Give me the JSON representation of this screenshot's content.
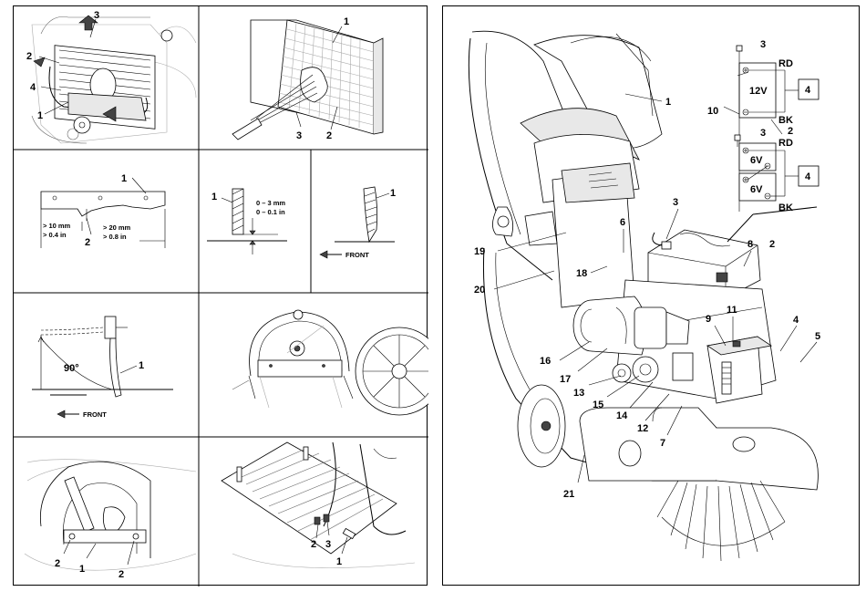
{
  "left_page": {
    "panel_filter_removal": {
      "callouts": [
        "3",
        "2",
        "4",
        "1"
      ]
    },
    "panel_filter_cleaning": {
      "callouts": [
        "1",
        "3",
        "2"
      ]
    },
    "panel_flap_wear": {
      "callouts": [
        "1",
        "2"
      ],
      "dim_left": [
        "> 10 mm",
        "> 0.4 in"
      ],
      "dim_right": [
        "> 20 mm",
        "> 0.8 in"
      ]
    },
    "panel_flap_clearance": {
      "callouts": [
        "1"
      ],
      "dim": [
        "0 – 3 mm",
        "0 – 0.1 in"
      ]
    },
    "panel_flap_front": {
      "callouts": [
        "1"
      ],
      "front": "FRONT"
    },
    "panel_flap_angle": {
      "callouts": [
        "1"
      ],
      "angle": "90°",
      "front": "FRONT"
    },
    "panel_brush_housing": {
      "callouts": []
    },
    "panel_side_skirt": {
      "callouts": [
        "2",
        "1",
        "2"
      ]
    },
    "panel_circuit_board": {
      "callouts": [
        "2",
        "3",
        "1"
      ]
    }
  },
  "right_page": {
    "machine_callouts": [
      "1",
      "3",
      "19",
      "6",
      "18",
      "20",
      "8",
      "2",
      "11",
      "9",
      "4",
      "5",
      "16",
      "17",
      "13",
      "15",
      "14",
      "12",
      "7",
      "21"
    ],
    "battery_inset": {
      "ref": "10",
      "top": {
        "plus_lead": "3",
        "rd": "RD",
        "voltage": "12V",
        "bk": "BK",
        "box": "4",
        "connector": "2"
      },
      "bottom": {
        "plus_lead": "3",
        "rd": "RD",
        "voltage_a": "6V",
        "voltage_b": "6V",
        "bk": "BK",
        "box": "4"
      }
    }
  }
}
